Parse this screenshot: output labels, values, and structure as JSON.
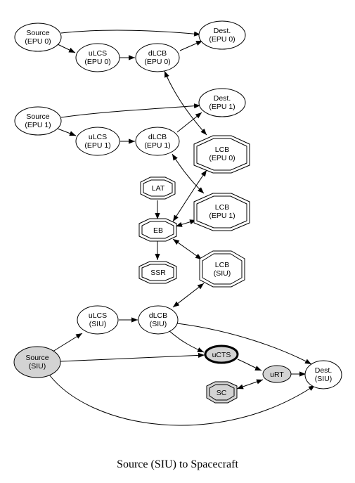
{
  "caption": "Source (SIU) to Spacecraft",
  "nodes": {
    "src_epu0": {
      "lines": [
        "Source",
        "(EPU 0)"
      ]
    },
    "dest_epu0": {
      "lines": [
        "Dest.",
        "(EPU 0)"
      ]
    },
    "ulcs_epu0": {
      "lines": [
        "uLCS",
        "(EPU 0)"
      ]
    },
    "dlcb_epu0": {
      "lines": [
        "dLCB",
        "(EPU 0)"
      ]
    },
    "dest_epu1": {
      "lines": [
        "Dest.",
        "(EPU 1)"
      ]
    },
    "src_epu1": {
      "lines": [
        "Source",
        "(EPU 1)"
      ]
    },
    "ulcs_epu1": {
      "lines": [
        "uLCS",
        "(EPU 1)"
      ]
    },
    "dlcb_epu1": {
      "lines": [
        "dLCB",
        "(EPU 1)"
      ]
    },
    "lcb_epu0": {
      "lines": [
        "LCB",
        "(EPU 0)"
      ]
    },
    "lat": {
      "lines": [
        "LAT"
      ]
    },
    "lcb_epu1": {
      "lines": [
        "LCB",
        "(EPU 1)"
      ]
    },
    "eb": {
      "lines": [
        "EB"
      ]
    },
    "ssr": {
      "lines": [
        "SSR"
      ]
    },
    "lcb_siu": {
      "lines": [
        "LCB",
        "(SIU)"
      ]
    },
    "ulcs_siu": {
      "lines": [
        "uLCS",
        "(SIU)"
      ]
    },
    "dlcb_siu": {
      "lines": [
        "dLCB",
        "(SIU)"
      ]
    },
    "src_siu": {
      "lines": [
        "Source",
        "(SIU)"
      ]
    },
    "ucts": {
      "lines": [
        "uCTS"
      ]
    },
    "urt": {
      "lines": [
        "uRT"
      ]
    },
    "dest_siu": {
      "lines": [
        "Dest.",
        "(SIU)"
      ]
    },
    "sc": {
      "lines": [
        "SC"
      ]
    }
  }
}
